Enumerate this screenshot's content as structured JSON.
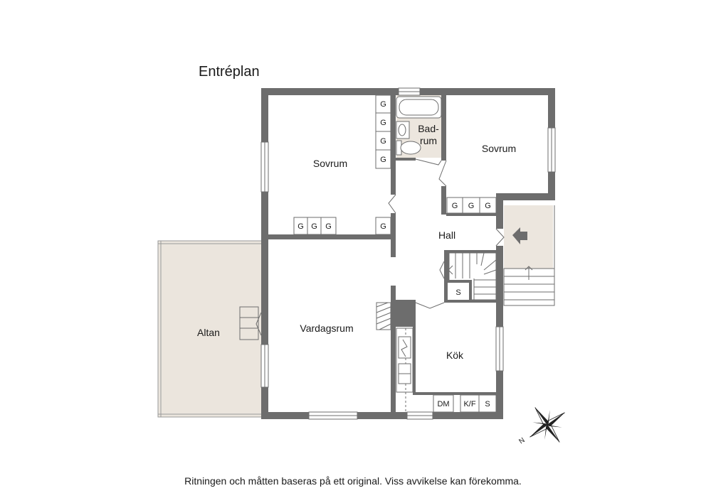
{
  "title": "Entréplan",
  "disclaimer": "Ritningen och måtten baseras på ett original. Viss avvikelse kan förekomma.",
  "rooms": {
    "sovrum_1": "Sovrum",
    "sovrum_2": "Sovrum",
    "badrum_line1": "Bad-",
    "badrum_line2": "rum",
    "hall": "Hall",
    "vardagsrum": "Vardagsrum",
    "kok": "Kök",
    "altan": "Altan"
  },
  "fixtures": {
    "wardrobe": "G",
    "storage": "S",
    "dishwasher": "DM",
    "fridge_freezer": "K/F",
    "kitchen_storage": "S"
  },
  "compass": {
    "north_letter": "N"
  },
  "colors": {
    "wall": "#6d6d6d",
    "terrace": "#ebe5dd",
    "bathroom": "#ece6de",
    "porch": "#ece6de"
  }
}
